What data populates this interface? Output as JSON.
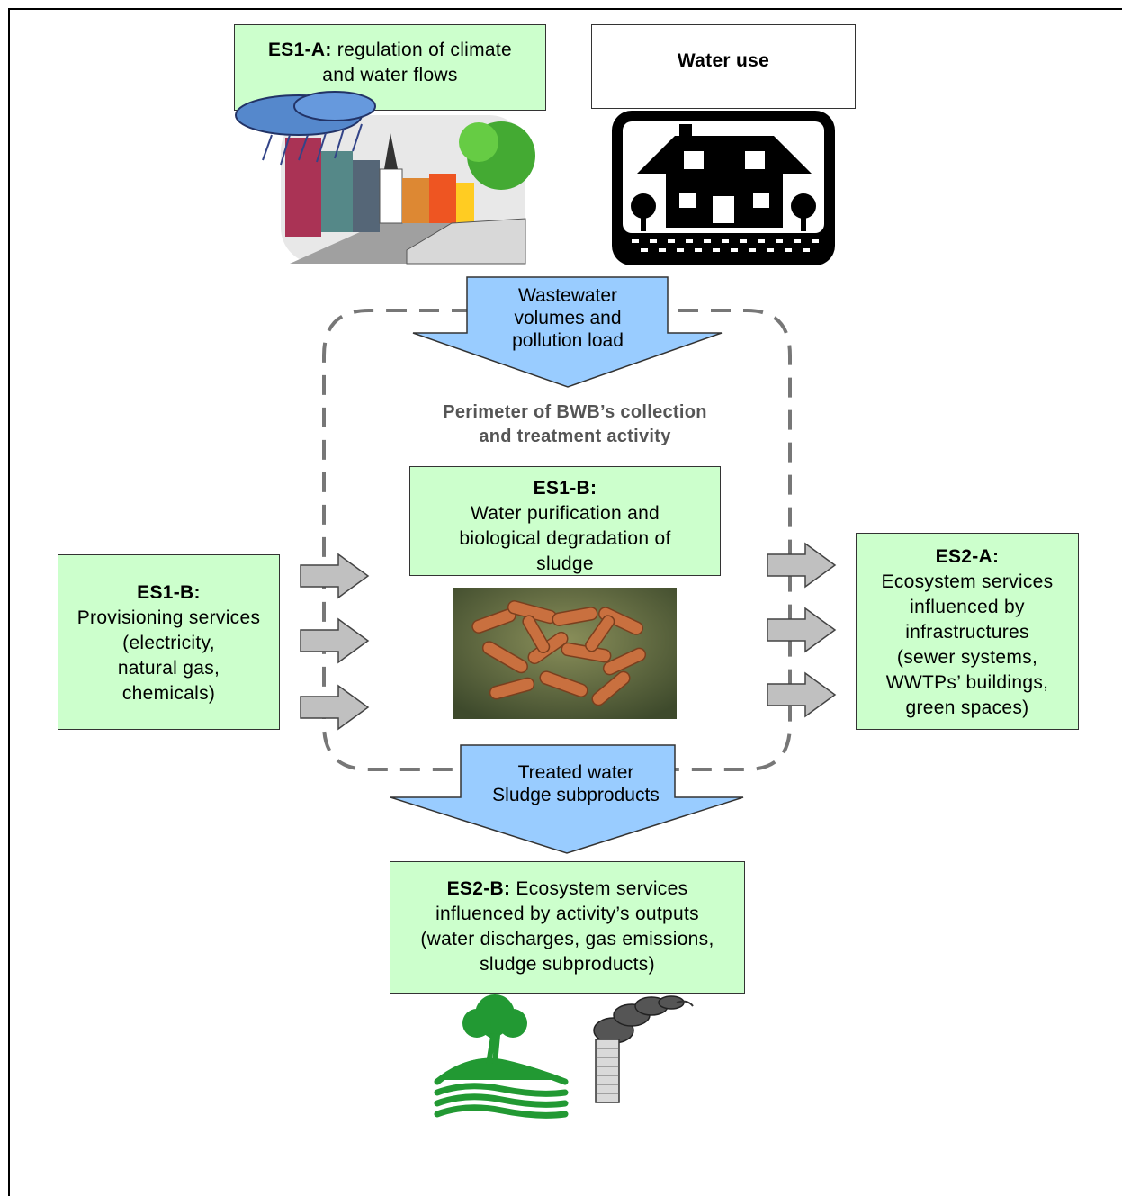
{
  "boxes": {
    "es1a": {
      "tag": "ES1-A:",
      "rest": "regulation of climate",
      "line2": "and water flows"
    },
    "water_use": {
      "text": "Water use"
    },
    "es1b_center": {
      "tag": "ES1-B:",
      "lines": [
        "Water purification and",
        "biological degradation of",
        "sludge"
      ]
    },
    "es1b_left": {
      "tag": "ES1-B:",
      "lines": [
        "Provisioning services",
        "(electricity,",
        "natural gas,",
        "chemicals)"
      ]
    },
    "es2a": {
      "tag": "ES2-A:",
      "lines": [
        "Ecosystem services",
        "influenced by",
        "infrastructures",
        "(sewer systems,",
        "WWTPs’ buildings,",
        "green spaces)"
      ]
    },
    "es2b": {
      "tag": "ES2-B:",
      "rest": "Ecosystem services",
      "lines": [
        "influenced by activity’s outputs",
        "(water discharges, gas emissions,",
        "sludge  subproducts)"
      ]
    }
  },
  "arrows": {
    "top": [
      "Wastewater",
      "volumes and",
      "pollution load"
    ],
    "bottom": [
      "Treated water",
      "Sludge subproducts"
    ]
  },
  "perimeter": [
    "Perimeter of BWB’s collection",
    "and treatment activity"
  ],
  "icons": [
    "city-street-icon",
    "house-icon",
    "bacteria-icon",
    "tree-landscape-icon",
    "smokestack-icon"
  ],
  "colors": {
    "box_fill": "#ccffcc",
    "arrow_fill": "#99ccff",
    "grey_arrow": "#c0c0c0",
    "dash": "#777777"
  }
}
